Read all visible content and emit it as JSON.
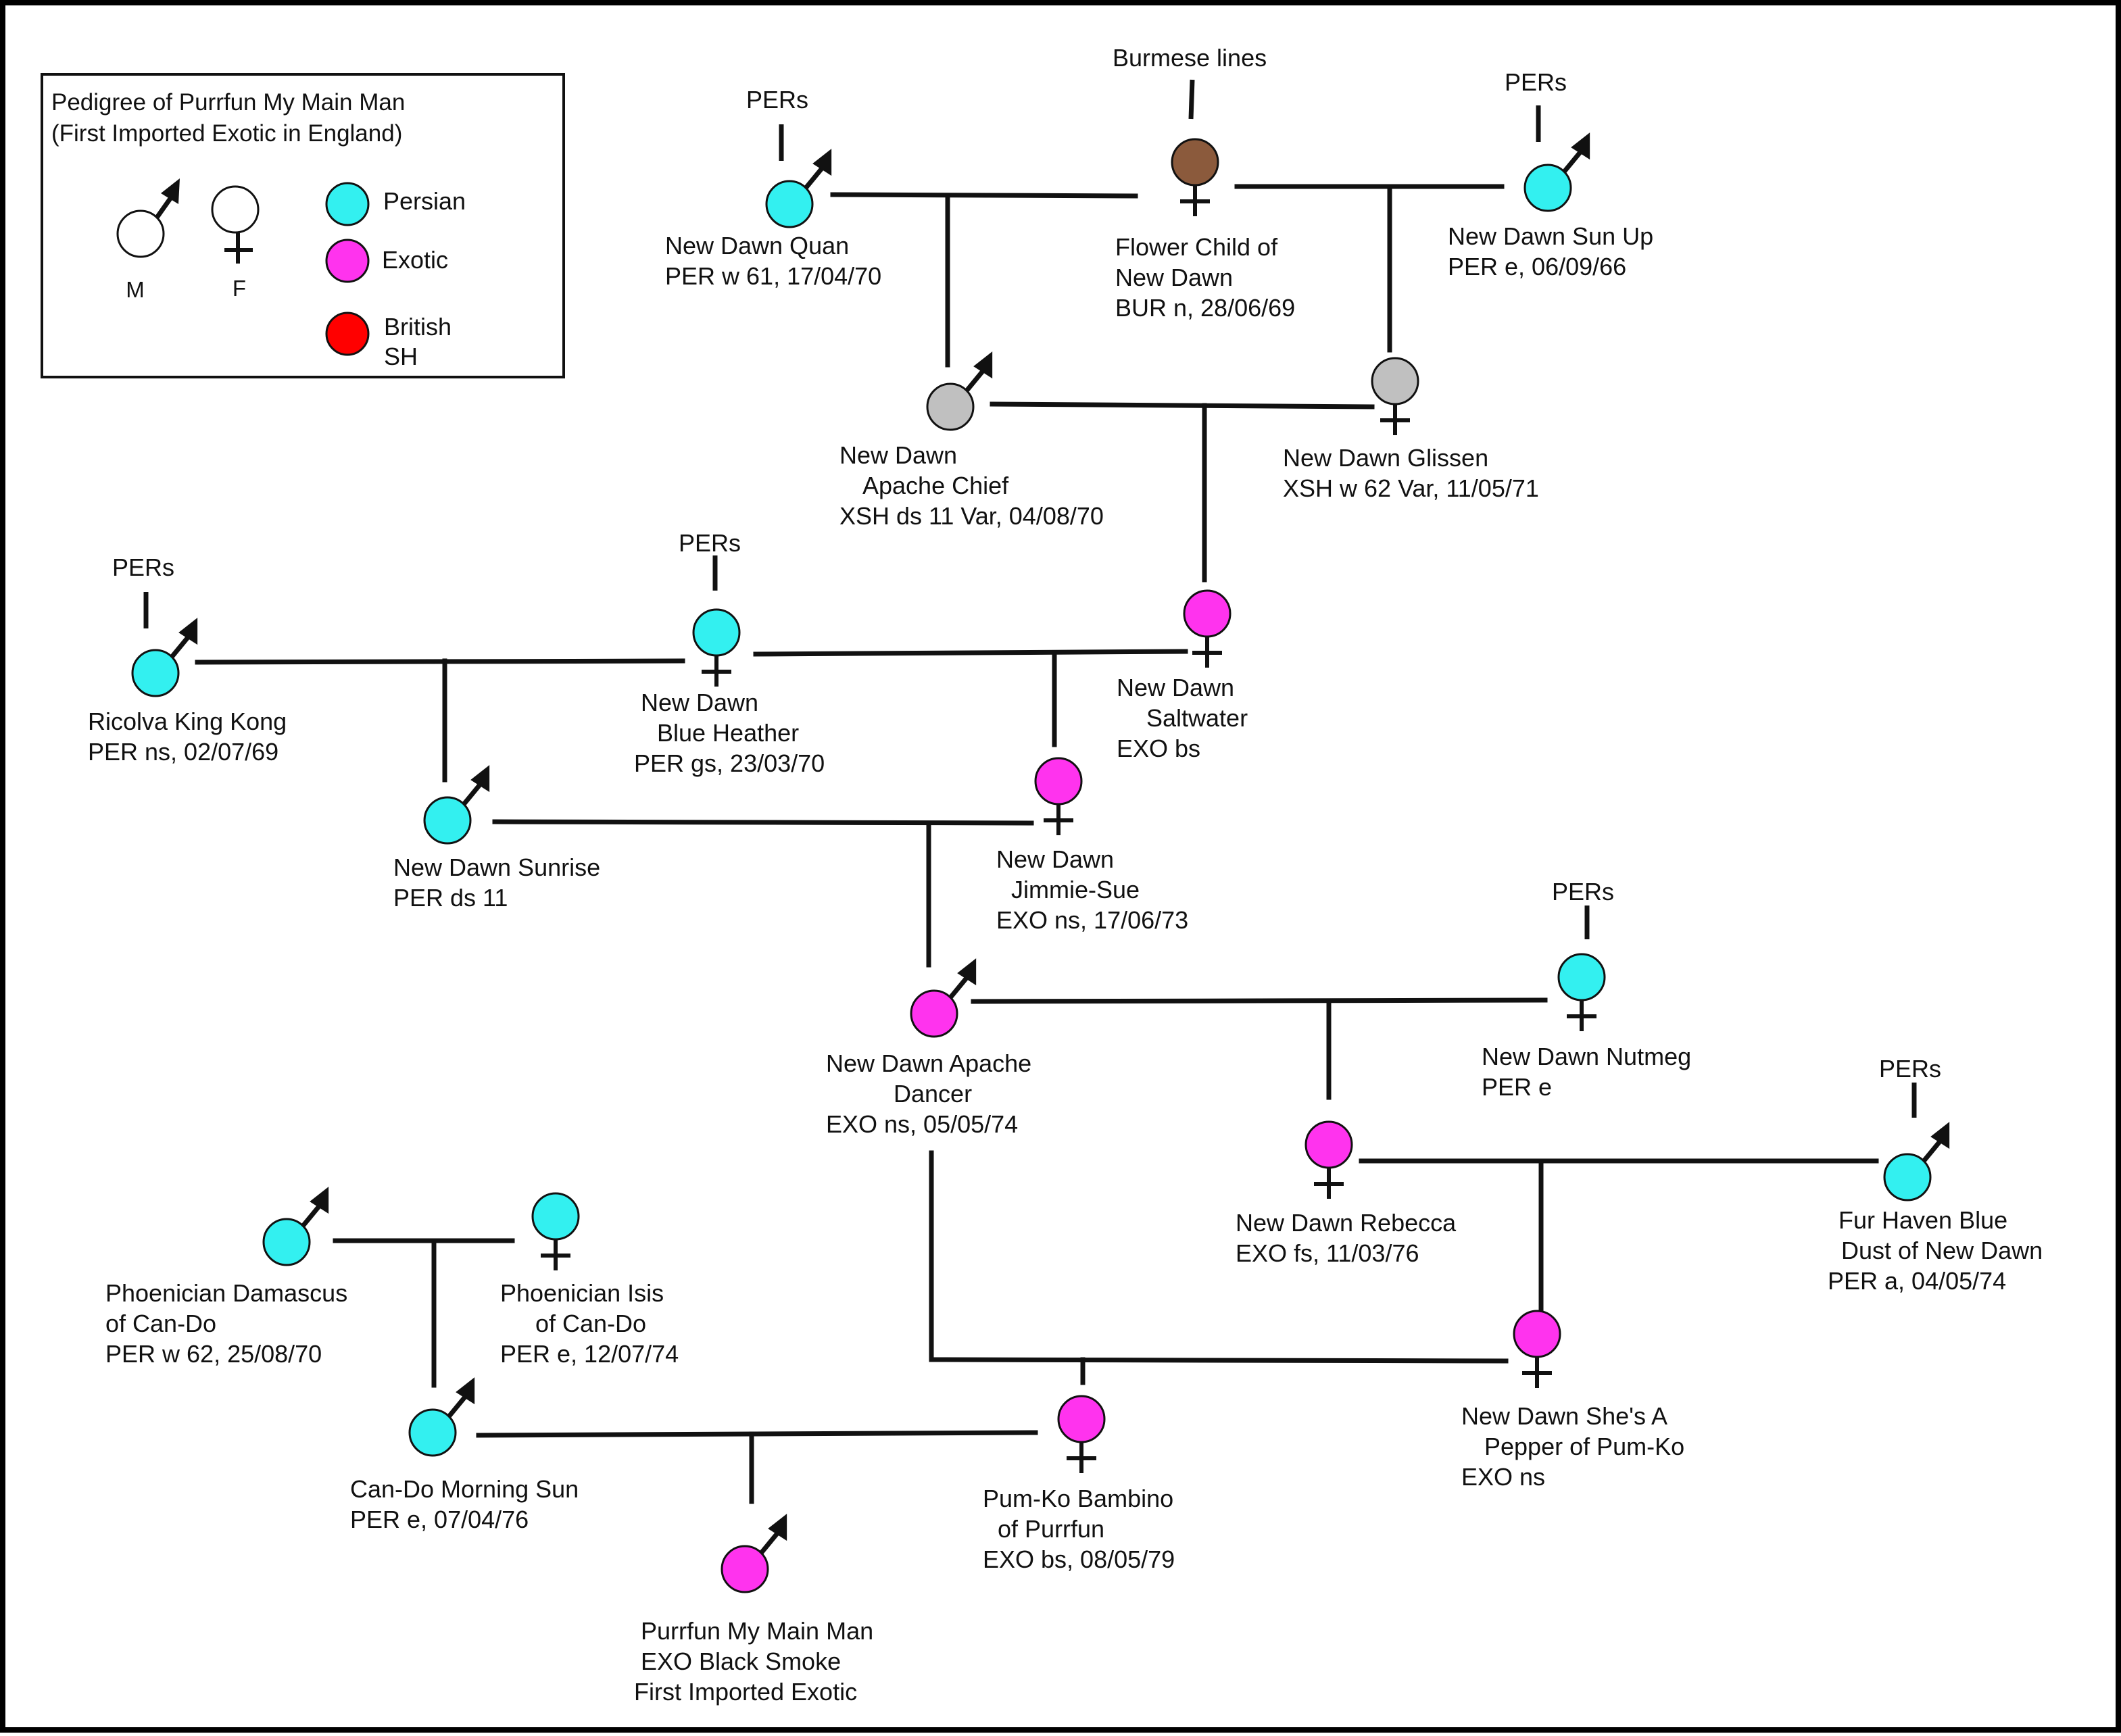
{
  "legend": {
    "title_line1": "Pedigree of Purrfun My Main Man",
    "title_line2": "(First Imported Exotic in England)",
    "male_label": "M",
    "female_label": "F",
    "breeds": [
      {
        "label": "Persian",
        "color": "#33f0f0"
      },
      {
        "label": "Exotic",
        "color": "#ff33ee"
      },
      {
        "label": "British",
        "label2": "SH",
        "color": "#ff0000"
      }
    ]
  },
  "colors": {
    "persian": "#33f0f0",
    "exotic": "#ff33ee",
    "british_sh": "#ff0000",
    "burmese": "#8b5a3c",
    "crossbred": "#c0c0c0",
    "line": "#111111"
  },
  "cats": [
    {
      "id": "quan",
      "sex": "male",
      "color": "#33f0f0",
      "lines": [
        "New Dawn Quan",
        "PER w 61, 17/04/70"
      ]
    },
    {
      "id": "flower",
      "sex": "female",
      "color": "#8b5a3c",
      "lines": [
        "Flower Child of",
        "New Dawn",
        "BUR n, 28/06/69"
      ]
    },
    {
      "id": "sunup",
      "sex": "male",
      "color": "#33f0f0",
      "lines": [
        "New Dawn Sun Up",
        "PER e, 06/09/66"
      ]
    },
    {
      "id": "apachechief",
      "sex": "male",
      "color": "#c0c0c0",
      "lines": [
        "New Dawn",
        "Apache Chief",
        "XSH ds 11 Var, 04/08/70"
      ]
    },
    {
      "id": "glissen",
      "sex": "female",
      "color": "#c0c0c0",
      "lines": [
        "New Dawn Glissen",
        "XSH w 62 Var, 11/05/71"
      ]
    },
    {
      "id": "kingkong",
      "sex": "male",
      "color": "#33f0f0",
      "lines": [
        "Ricolva King Kong",
        "PER ns, 02/07/69"
      ]
    },
    {
      "id": "blueheather",
      "sex": "female",
      "color": "#33f0f0",
      "lines": [
        "New Dawn",
        "Blue Heather",
        "PER gs, 23/03/70"
      ]
    },
    {
      "id": "saltwater",
      "sex": "female",
      "color": "#ff33ee",
      "lines": [
        "New Dawn",
        "Saltwater",
        "EXO bs"
      ]
    },
    {
      "id": "sunrise",
      "sex": "male",
      "color": "#33f0f0",
      "lines": [
        "New Dawn Sunrise",
        "PER ds 11"
      ]
    },
    {
      "id": "jimmiesue",
      "sex": "female",
      "color": "#ff33ee",
      "lines": [
        "New Dawn",
        "Jimmie-Sue",
        "EXO ns, 17/06/73"
      ]
    },
    {
      "id": "apachedancer",
      "sex": "male",
      "color": "#ff33ee",
      "lines": [
        "New Dawn Apache",
        "Dancer",
        "EXO ns, 05/05/74"
      ]
    },
    {
      "id": "nutmeg",
      "sex": "female",
      "color": "#33f0f0",
      "lines": [
        "New Dawn Nutmeg",
        "PER e"
      ]
    },
    {
      "id": "rebecca",
      "sex": "female",
      "color": "#ff33ee",
      "lines": [
        "New Dawn Rebecca",
        "EXO fs, 11/03/76"
      ]
    },
    {
      "id": "furhaven",
      "sex": "male",
      "color": "#33f0f0",
      "lines": [
        "Fur Haven Blue",
        "Dust of New Dawn",
        "PER a, 04/05/74"
      ]
    },
    {
      "id": "damascus",
      "sex": "male",
      "color": "#33f0f0",
      "lines": [
        "Phoenician Damascus",
        "of Can-Do",
        "PER w 62, 25/08/70"
      ]
    },
    {
      "id": "isis",
      "sex": "female",
      "color": "#33f0f0",
      "lines": [
        "Phoenician Isis",
        "of Can-Do",
        "PER e, 12/07/74"
      ]
    },
    {
      "id": "shesapepper",
      "sex": "female",
      "color": "#ff33ee",
      "lines": [
        "New Dawn She's A",
        "Pepper of Pum-Ko",
        "EXO ns"
      ]
    },
    {
      "id": "morningsun",
      "sex": "male",
      "color": "#33f0f0",
      "lines": [
        "Can-Do Morning Sun",
        "PER e, 07/04/76"
      ]
    },
    {
      "id": "bambino",
      "sex": "female",
      "color": "#ff33ee",
      "lines": [
        "Pum-Ko Bambino",
        "of Purrfun",
        "EXO bs, 08/05/79"
      ]
    },
    {
      "id": "mainman",
      "sex": "male",
      "color": "#ff33ee",
      "lines": [
        "Purrfun My Main Man",
        "EXO Black Smoke",
        "First Imported Exotic"
      ]
    }
  ],
  "ancestry_notes": [
    {
      "id": "quan",
      "label": "PERs"
    },
    {
      "id": "flower",
      "label": "Burmese lines"
    },
    {
      "id": "sunup",
      "label": "PERs"
    },
    {
      "id": "kingkong",
      "label": "PERs"
    },
    {
      "id": "blueheather",
      "label": "PERs"
    },
    {
      "id": "nutmeg",
      "label": "PERs"
    },
    {
      "id": "furhaven",
      "label": "PERs"
    }
  ]
}
